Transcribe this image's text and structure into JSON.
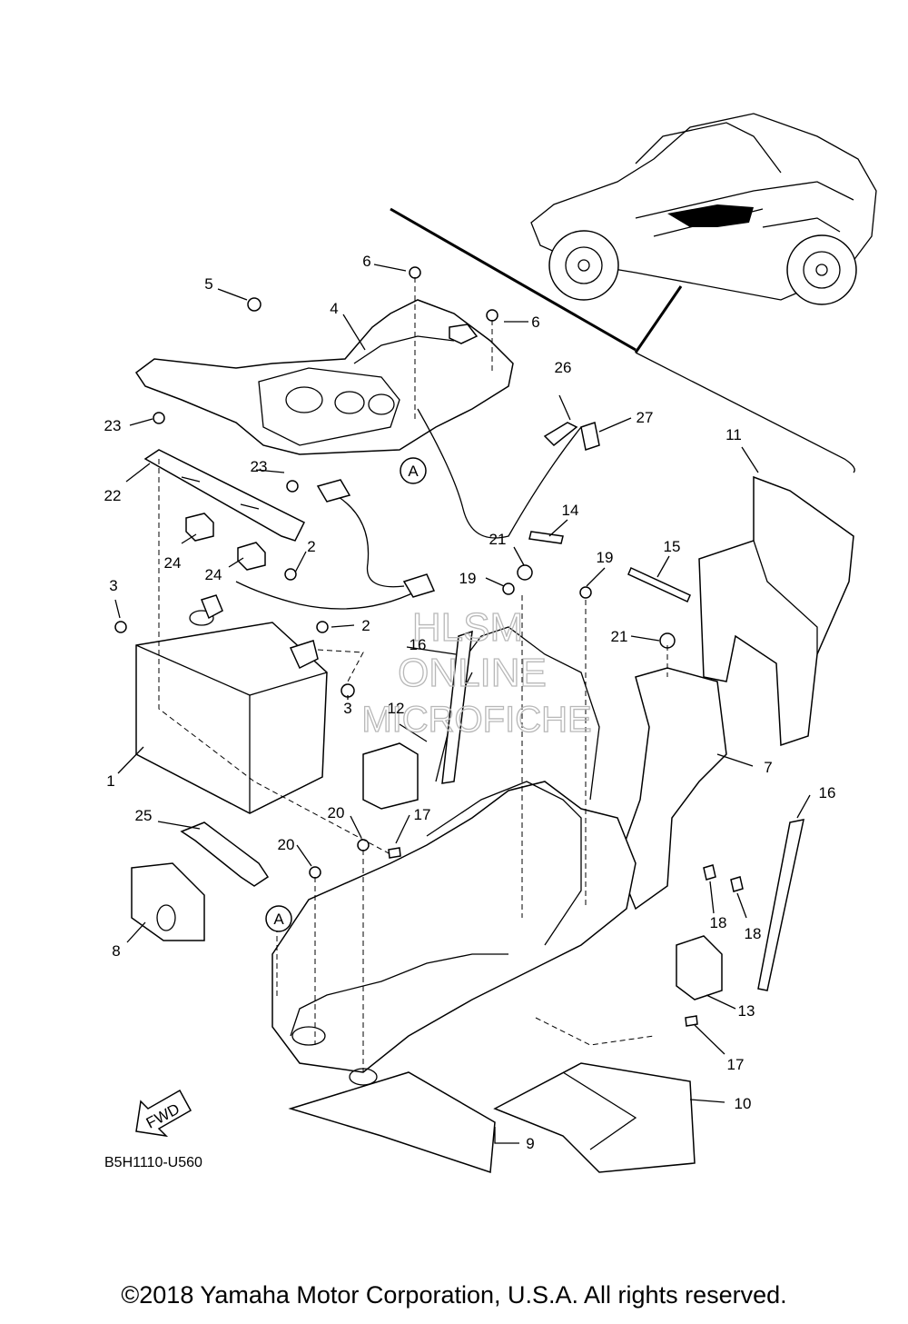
{
  "watermark": [
    "HLSM",
    "ONLINE",
    "MICROFICHE"
  ],
  "diagram_code": "B5H1110-U560",
  "fwd_label": "FWD",
  "copyright": "©2018 Yamaha Motor Corporation, U.S.A. All rights reserved.",
  "callouts": [
    "1",
    "2",
    "2",
    "3",
    "3",
    "4",
    "5",
    "6",
    "6",
    "7",
    "8",
    "9",
    "10",
    "11",
    "12",
    "13",
    "14",
    "15",
    "16",
    "16",
    "17",
    "17",
    "18",
    "18",
    "19",
    "19",
    "20",
    "20",
    "21",
    "21",
    "22",
    "23",
    "23",
    "24",
    "24",
    "25",
    "26",
    "27",
    "A",
    "A"
  ]
}
